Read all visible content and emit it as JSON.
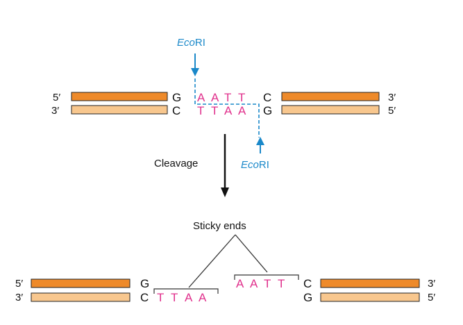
{
  "colors": {
    "strand_dark": "#EE8A2A",
    "strand_light": "#F8C78E",
    "magenta": "#E0308C",
    "blue": "#1A88C9",
    "black": "#111111"
  },
  "top": {
    "enzyme_top": {
      "italic": "Eco",
      "normal": "RI"
    },
    "enzyme_bottom": {
      "italic": "Eco",
      "normal": "RI"
    },
    "labels": {
      "tl": "5′",
      "tr": "3′",
      "bl": "3′",
      "br": "5′"
    },
    "top_strand": [
      "G",
      "A",
      "A",
      "T",
      "T",
      "C"
    ],
    "bottom_strand": [
      "C",
      "T",
      "T",
      "A",
      "A",
      "G"
    ]
  },
  "arrow_label": "Cleavage",
  "sticky_label": "Sticky ends",
  "bottom": {
    "left": {
      "label_top": "5′",
      "label_bottom": "3′",
      "top_base": "G",
      "bottom_bases": [
        "C",
        "T",
        "T",
        "A",
        "A"
      ]
    },
    "right": {
      "label_top": "3′",
      "label_bottom": "5′",
      "top_bases": [
        "A",
        "A",
        "T",
        "T",
        "C"
      ],
      "bottom_base": "G"
    }
  }
}
